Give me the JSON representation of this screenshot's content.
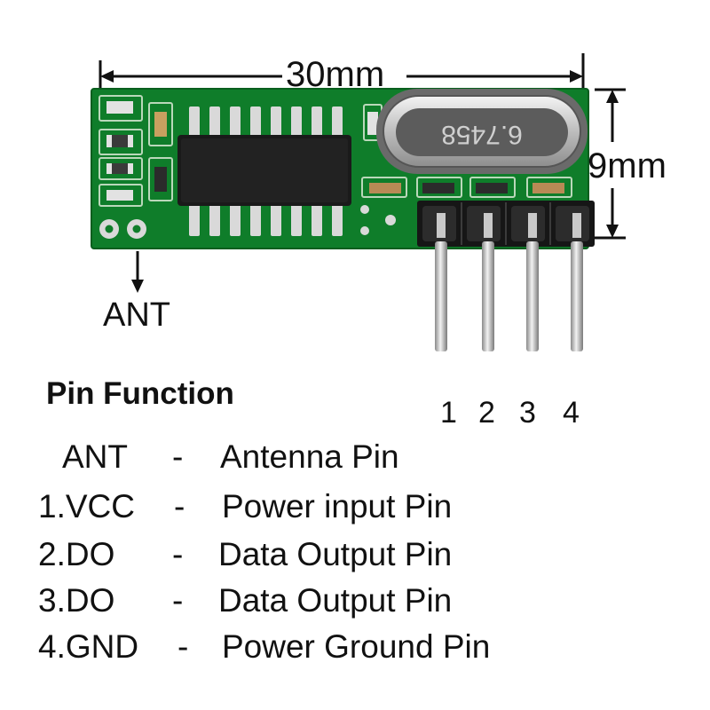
{
  "dimensions": {
    "width": "30mm",
    "height": "9mm"
  },
  "antenna_label": "ANT",
  "crystal_marking": "6.7458",
  "pin_numbers": [
    "1",
    "2",
    "3",
    "4"
  ],
  "pin_function": {
    "title": "Pin Function",
    "separator": "-",
    "rows": [
      {
        "name": "ANT",
        "desc": "Antenna Pin"
      },
      {
        "name": "1.VCC",
        "desc": "Power input Pin"
      },
      {
        "name": "2.DO",
        "desc": "Data Output Pin"
      },
      {
        "name": "3.DO",
        "desc": "Data Output Pin"
      },
      {
        "name": "4.GND",
        "desc": "Power Ground Pin"
      }
    ]
  },
  "colors": {
    "pcb": "#0f7d2a",
    "silkscreen": "#e6efe3",
    "chip": "#1a1a1a",
    "pin_metal": "#c9c9c9",
    "text": "#111111"
  }
}
